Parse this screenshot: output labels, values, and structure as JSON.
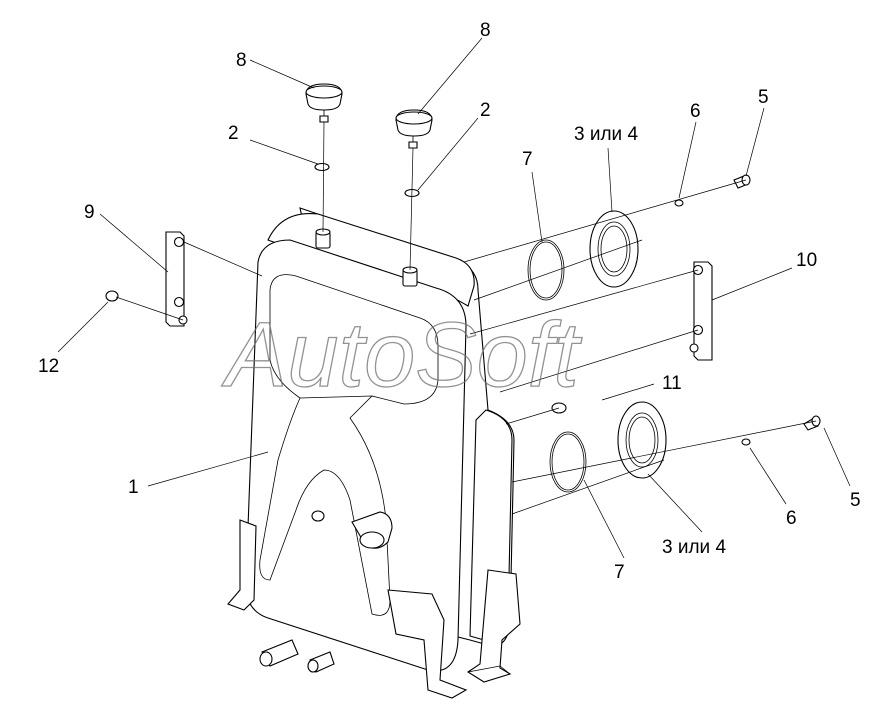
{
  "diagram": {
    "watermark": "AutoSoft",
    "callouts": {
      "c1": "1",
      "c2a": "2",
      "c2b": "2",
      "c3a": "3 или 4",
      "c3b": "3 или 4",
      "c5a": "5",
      "c5b": "5",
      "c6a": "6",
      "c6b": "6",
      "c7a": "7",
      "c7b": "7",
      "c8a": "8",
      "c8b": "8",
      "c9": "9",
      "c10": "10",
      "c11": "11",
      "c12": "12"
    }
  }
}
